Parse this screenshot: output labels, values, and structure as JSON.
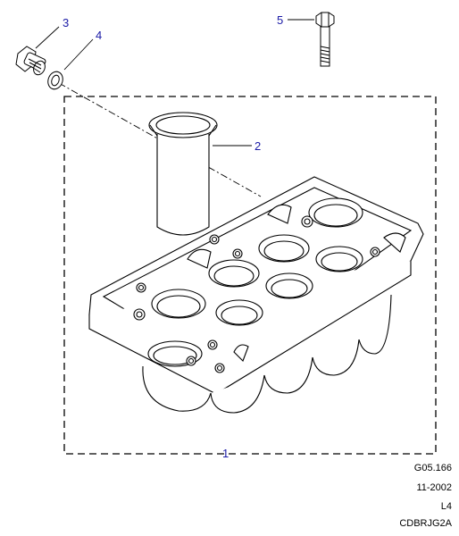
{
  "callouts": {
    "c1": "1",
    "c2": "2",
    "c3": "3",
    "c4": "4",
    "c5": "5"
  },
  "meta": {
    "code": "G05.166",
    "date": "11-2002",
    "engine": "L4",
    "ref": "CDBRJG2A"
  },
  "colors": {
    "callout": "#1a1aa6",
    "line": "#000000"
  }
}
